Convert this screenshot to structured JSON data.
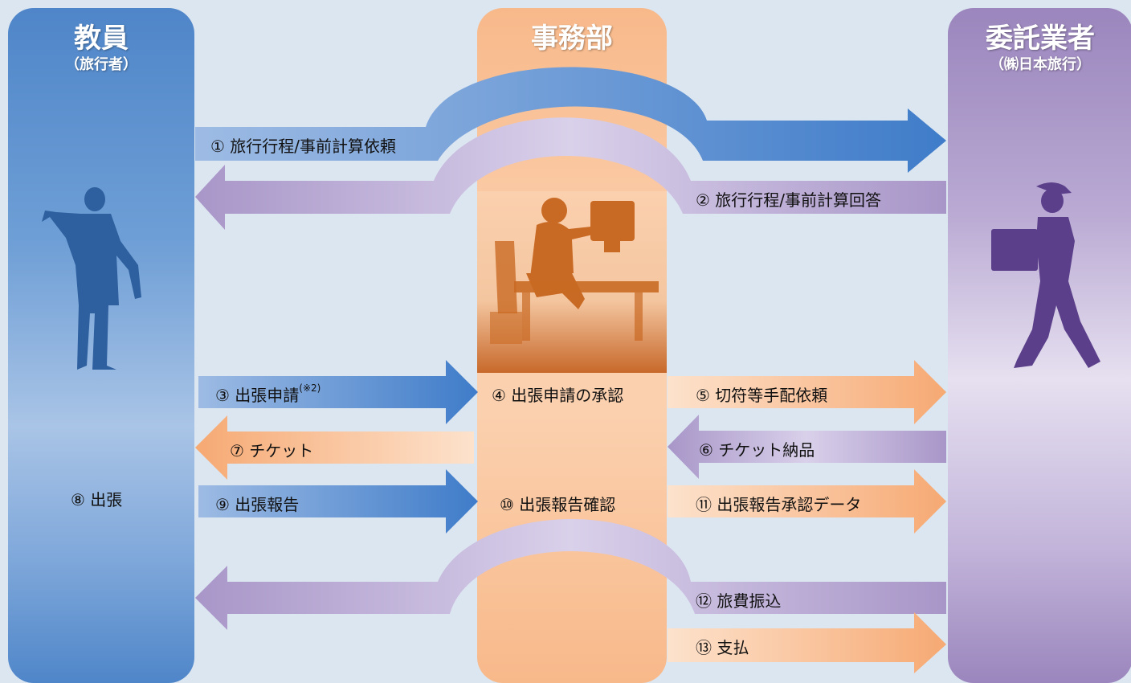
{
  "columns": {
    "left": {
      "title": "教員",
      "subtitle": "（旅行者）"
    },
    "middle": {
      "title": "事務部"
    },
    "right": {
      "title": "委託業者",
      "subtitle": "（㈱日本旅行）"
    }
  },
  "steps": {
    "s1": "① 旅行行程/事前計算依頼",
    "s2": "② 旅行行程/事前計算回答",
    "s3": "③ 出張申請",
    "s3_note": "(※2)",
    "s4": "④ 出張申請の承認",
    "s5": "⑤ 切符等手配依頼",
    "s6": "⑥ チケット納品",
    "s7": "⑦ チケット",
    "s8": "⑧ 出張",
    "s9": "⑨ 出張報告",
    "s10": "⑩ 出張報告確認",
    "s11": "⑪ 出張報告承認データ",
    "s12": "⑫ 旅費振込",
    "s13": "⑬ 支払"
  },
  "icons": {
    "teacher": "teacher-silhouette-icon",
    "office": "office-worker-at-desk-icon",
    "courier": "courier-with-package-icon"
  },
  "colors": {
    "blue": "#4f86c9",
    "orange": "#f8b98a",
    "purple": "#9b86bd",
    "background": "#dce6f1"
  }
}
